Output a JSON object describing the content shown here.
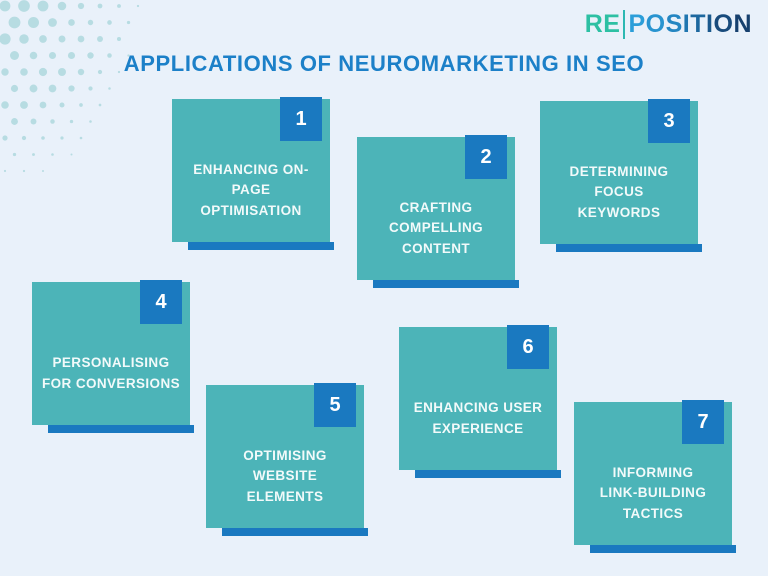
{
  "logo": {
    "re": "RE",
    "position_letters": [
      {
        "ch": "P",
        "color": "#2b9ed9"
      },
      {
        "ch": "O",
        "color": "#2894d0"
      },
      {
        "ch": "S",
        "color": "#2486c2"
      },
      {
        "ch": "I",
        "color": "#2076b0"
      },
      {
        "ch": "T",
        "color": "#1d689f"
      },
      {
        "ch": "I",
        "color": "#1a598d"
      },
      {
        "ch": "O",
        "color": "#184b7c"
      },
      {
        "ch": "N",
        "color": "#16406e"
      }
    ]
  },
  "title": {
    "text": "APPLICATIONS OF NEUROMARKETING IN SEO"
  },
  "cards": [
    {
      "number": "1",
      "label": "ENHANCING ON-\nPAGE\nOPTIMISATION"
    },
    {
      "number": "2",
      "label": "CRAFTING\nCOMPELLING\nCONTENT"
    },
    {
      "number": "3",
      "label": "DETERMINING\nFOCUS\nKEYWORDS"
    },
    {
      "number": "4",
      "label": "PERSONALISING\nFOR CONVERSIONS"
    },
    {
      "number": "5",
      "label": "OPTIMISING\nWEBSITE ELEMENTS"
    },
    {
      "number": "6",
      "label": "ENHANCING USER\nEXPERIENCE"
    },
    {
      "number": "7",
      "label": "INFORMING\nLINK-BUILDING\nTACTICS"
    }
  ],
  "colors": {
    "background": "#e9f1fa",
    "card_teal": "#4cb4b8",
    "accent_blue": "#1a79c0",
    "title_blue": "#1c80c8",
    "dot_teal": "#b7dce2",
    "logo_re_teal": "#2dc0a3",
    "logo_divider_teal": "#2cb8b2"
  }
}
